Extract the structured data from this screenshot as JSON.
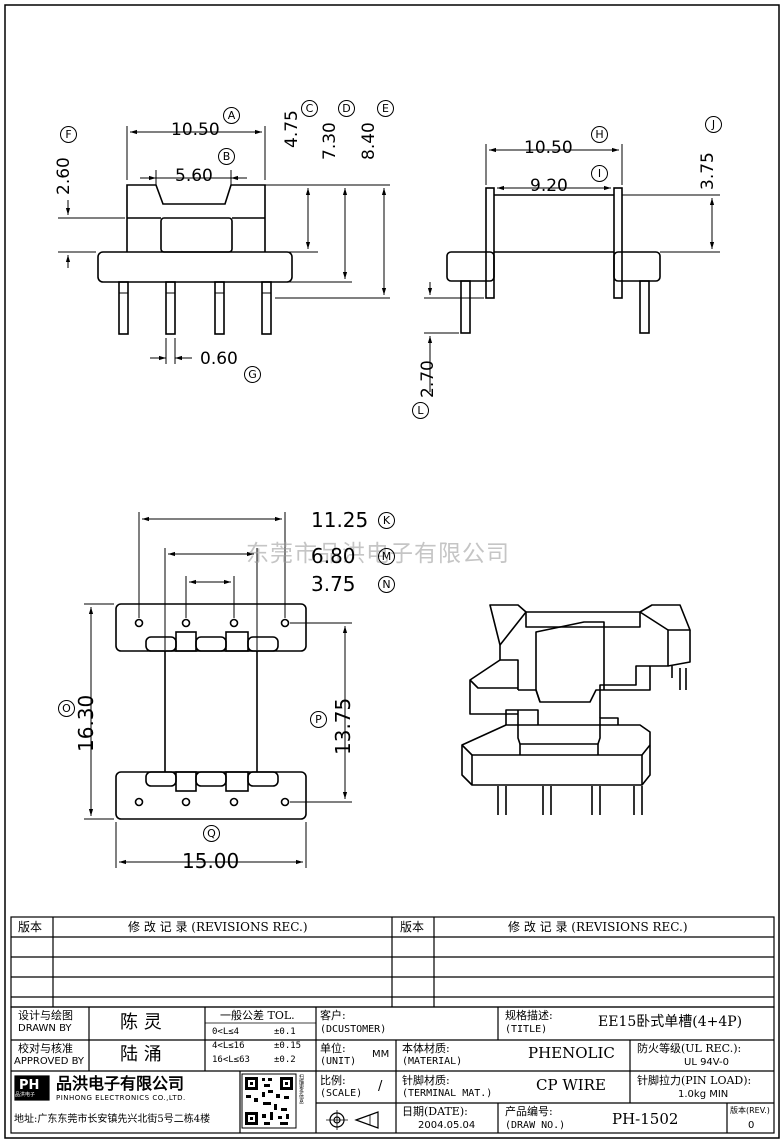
{
  "dims": {
    "a": "10.50",
    "b": "5.60",
    "c": "4.75",
    "d": "7.30",
    "e": "8.40",
    "f": "2.60",
    "g": "0.60",
    "h": "10.50",
    "i": "9.20",
    "j": "3.75",
    "l": "2.70",
    "k": "11.25",
    "m": "6.80",
    "n": "3.75",
    "o": "16.30",
    "p": "13.75",
    "q": "15.00"
  },
  "markers": {
    "a": "A",
    "b": "B",
    "c": "C",
    "d": "D",
    "e": "E",
    "f": "F",
    "g": "G",
    "h": "H",
    "i": "I",
    "j": "J",
    "k": "K",
    "l": "L",
    "m": "M",
    "n": "N",
    "o": "O",
    "p": "P",
    "q": "Q"
  },
  "watermark": "东莞市品洪电子有限公司",
  "revisions": {
    "version_label": "版本",
    "header": "修 改 记 录 (REVISIONS REC.)"
  },
  "title_block": {
    "drawn_by_label_cn": "设计与绘图",
    "drawn_by_label_en": "DRAWN BY",
    "drawn_by": "陈 灵",
    "approved_label_cn": "校对与核准",
    "approved_label_en": "APPROVED BY",
    "approved_by": "陆 涌",
    "tolerance_label": "一般公差 TOL.",
    "tolerances": [
      {
        "range": "0<L≤4",
        "value": "±0.1"
      },
      {
        "range": "4<L≤16",
        "value": "±0.15"
      },
      {
        "range": "16<L≤63",
        "value": "±0.2"
      }
    ],
    "customer_label_cn": "客户:",
    "customer_label_en": "(DCUSTOMER)",
    "spec_label_cn": "规格描述:",
    "spec_label_en": "(TITLE)",
    "spec_value": "EE15卧式单槽(4+4P)",
    "unit_label_cn": "单位:",
    "unit_label_en": "(UNIT)",
    "unit_value": "MM",
    "material_label_cn": "本体材质:",
    "material_label_en": "(MATERIAL)",
    "material_value": "PHENOLIC",
    "fire_label": "防火等级(UL REC.):",
    "fire_value": "UL 94V-0",
    "scale_label_cn": "比例:",
    "scale_label_en": "(SCALE)",
    "scale_value": "/",
    "terminal_label_cn": "针脚材质:",
    "terminal_label_en": "(TERMINAL MAT.)",
    "terminal_value": "CP WIRE",
    "pinload_label": "针脚拉力(PIN LOAD):",
    "pinload_value": "1.0kg MIN",
    "date_label_cn": "日期(DATE):",
    "date_value": "2004.05.04",
    "drawno_label_cn": "产品编号:",
    "drawno_label_en": "(DRAW NO.)",
    "drawno_value": "PH-1502",
    "rev_label": "版本(REV.)",
    "rev_value": "0",
    "company_cn": "品洪电子有限公司",
    "company_en": "PINHONG ELECTRONICS CO.,LTD.",
    "address": "地址:广东东莞市长安镇先兴北街5号二栋4楼",
    "logo_text": "PH",
    "logo_sub": "品洪电子",
    "qr_caption": "扫描更多信息"
  }
}
